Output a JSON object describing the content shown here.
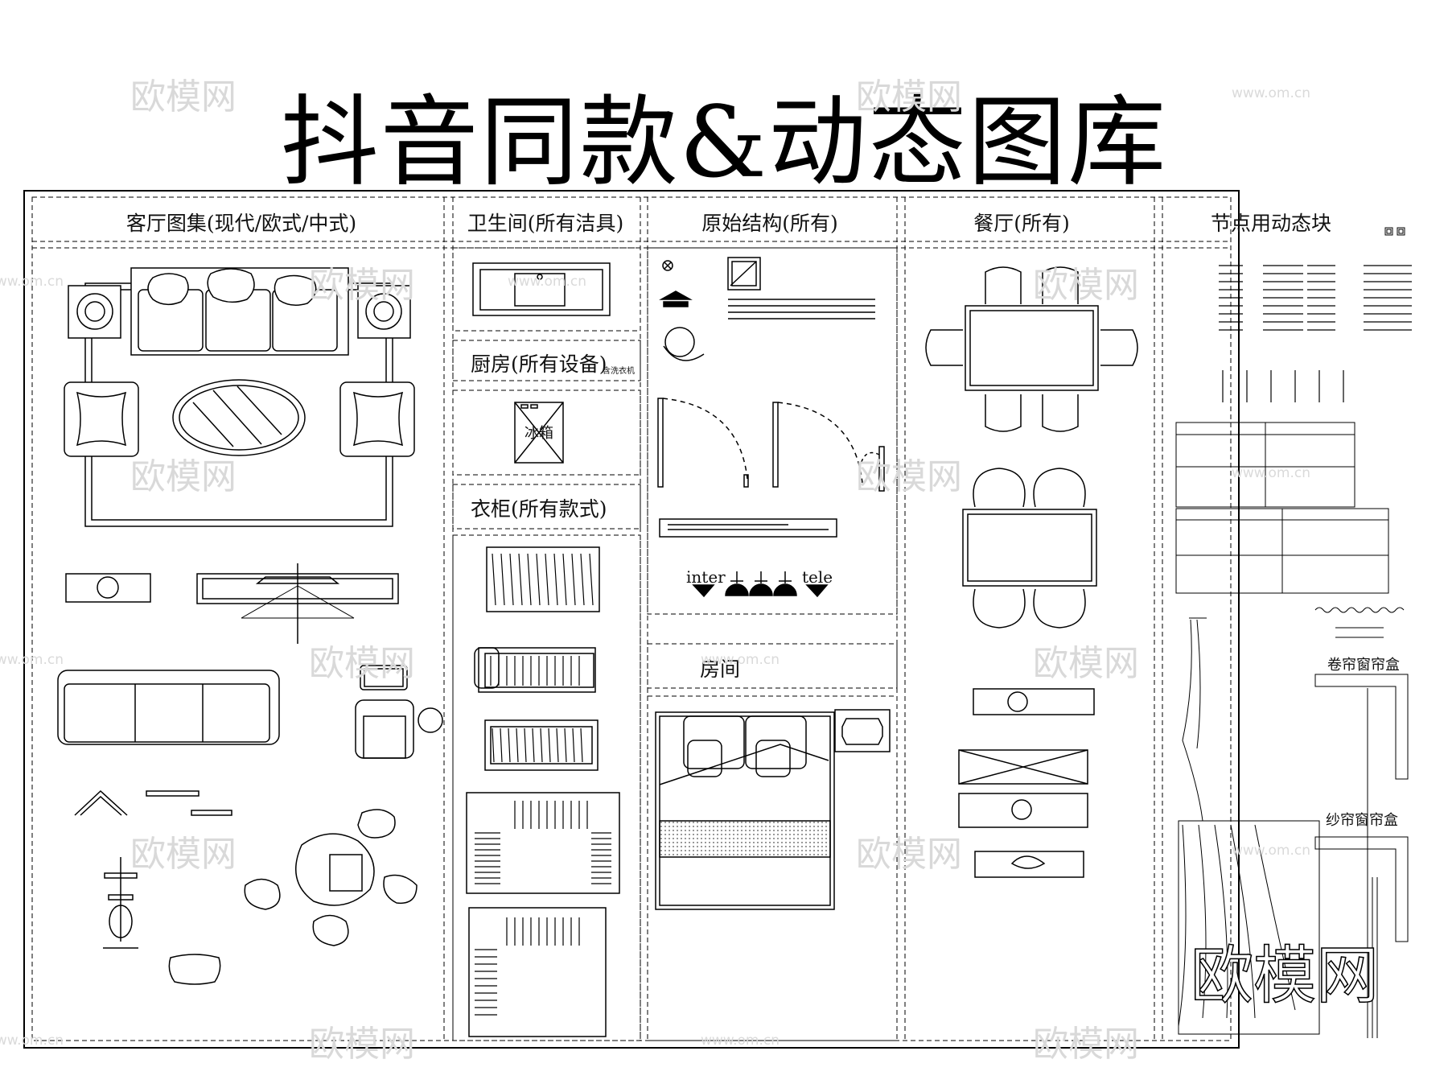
{
  "title": "抖音同款&动态图库",
  "sections": {
    "living_room": "客厅图集(现代/欧式/中式)",
    "bathroom": "卫生间(所有洁具)",
    "structure": "原始结构(所有)",
    "dining": "餐厅(所有)",
    "nodes": "节点用动态块"
  },
  "sub_sections": {
    "kitchen": "厨房(所有设备)",
    "kitchen_note": "含洗衣机",
    "wardrobe": "衣柜(所有款式)",
    "room": "房间"
  },
  "labels": {
    "fridge": "冰箱",
    "inter": "inter",
    "tele": "tele",
    "roller_curtain_box": "卷帘窗帘盒",
    "sheer_curtain_box": "纱帘窗帘盒"
  },
  "watermarks": {
    "brand": "欧模网",
    "url": "www.om.cn",
    "big": "欧模网"
  }
}
